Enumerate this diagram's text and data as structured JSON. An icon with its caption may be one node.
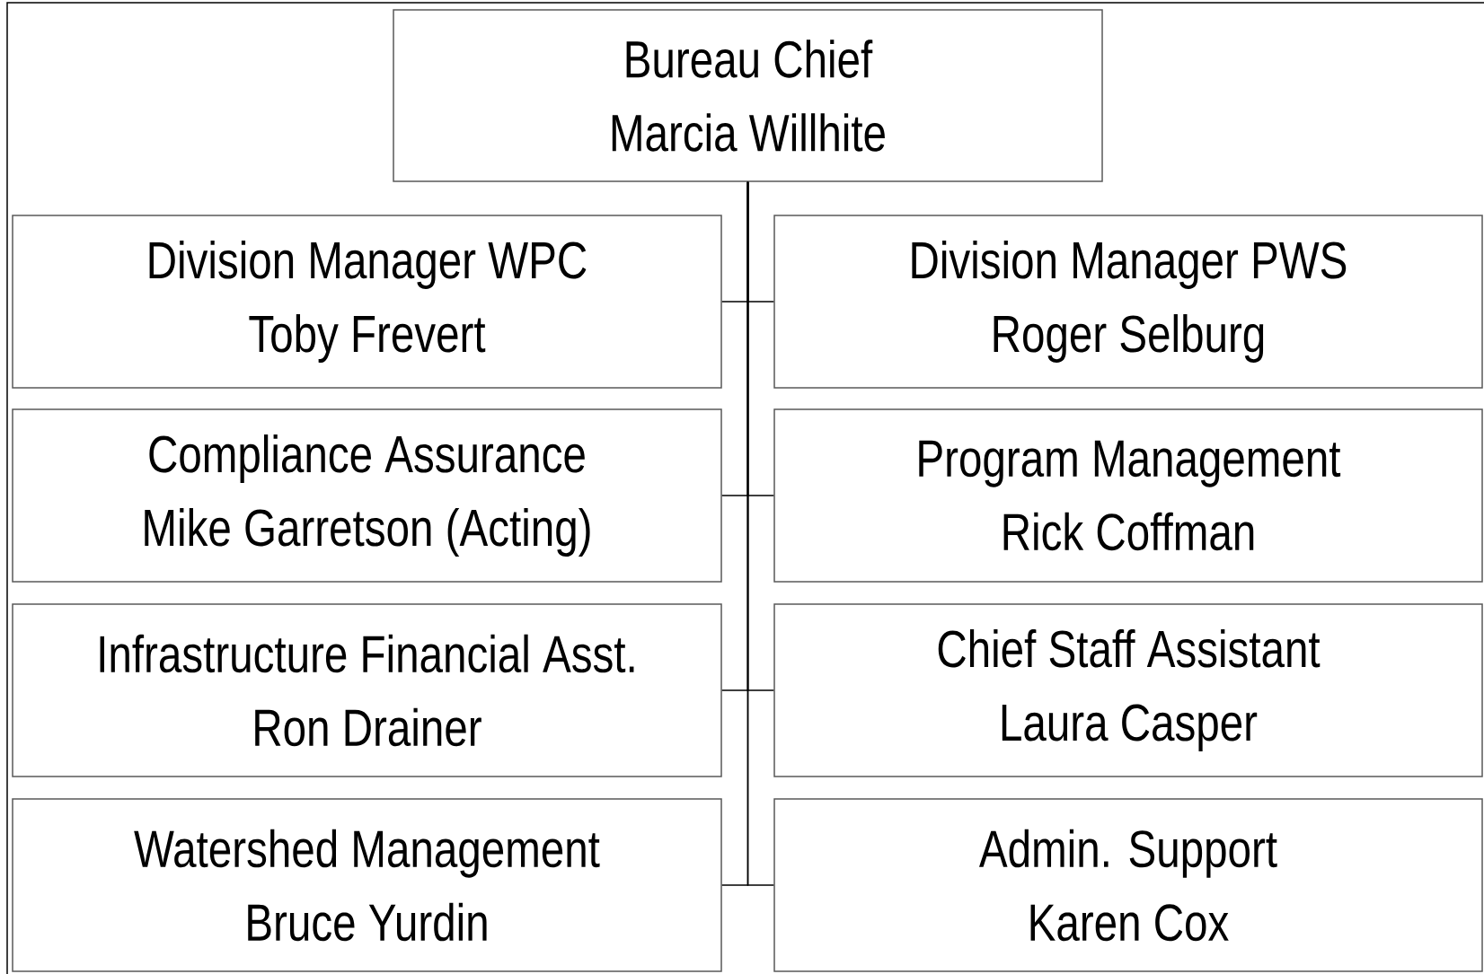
{
  "diagram": {
    "nodes": [
      {
        "text": [
          "Bureau Chief",
          "Marcia Willhite"
        ]
      },
      {
        "text": [
          "Division Manager WPC",
          "Toby Frevert"
        ]
      },
      {
        "text": [
          "Division Manager PWS",
          "Roger Selburg"
        ]
      },
      {
        "text": [
          "Compliance Assurance",
          "Mike Garretson (Acting)"
        ]
      },
      {
        "text": [
          "Program Management",
          "Rick Coffman"
        ]
      },
      {
        "text": [
          "Infrastructure Financial Asst.",
          "Ron Drainer"
        ]
      },
      {
        "text": [
          "Chief Staff Assistant",
          "Laura Casper"
        ]
      },
      {
        "text": [
          "Watershed Management",
          "Bruce Yurdin"
        ]
      },
      {
        "text": [
          "Admin. Support",
          "Karen Cox"
        ]
      }
    ],
    "edges": [
      {
        "from": 0,
        "to": 1,
        "arrow": "none"
      },
      {
        "from": 0,
        "to": 2,
        "arrow": "none"
      },
      {
        "from": 0,
        "to": 3,
        "arrow": "none"
      },
      {
        "from": 0,
        "to": 4,
        "arrow": "none"
      },
      {
        "from": 0,
        "to": 5,
        "arrow": "none"
      },
      {
        "from": 0,
        "to": 6,
        "arrow": "none"
      },
      {
        "from": 0,
        "to": 7,
        "arrow": "none"
      },
      {
        "from": 0,
        "to": 8,
        "arrow": "none"
      }
    ]
  }
}
